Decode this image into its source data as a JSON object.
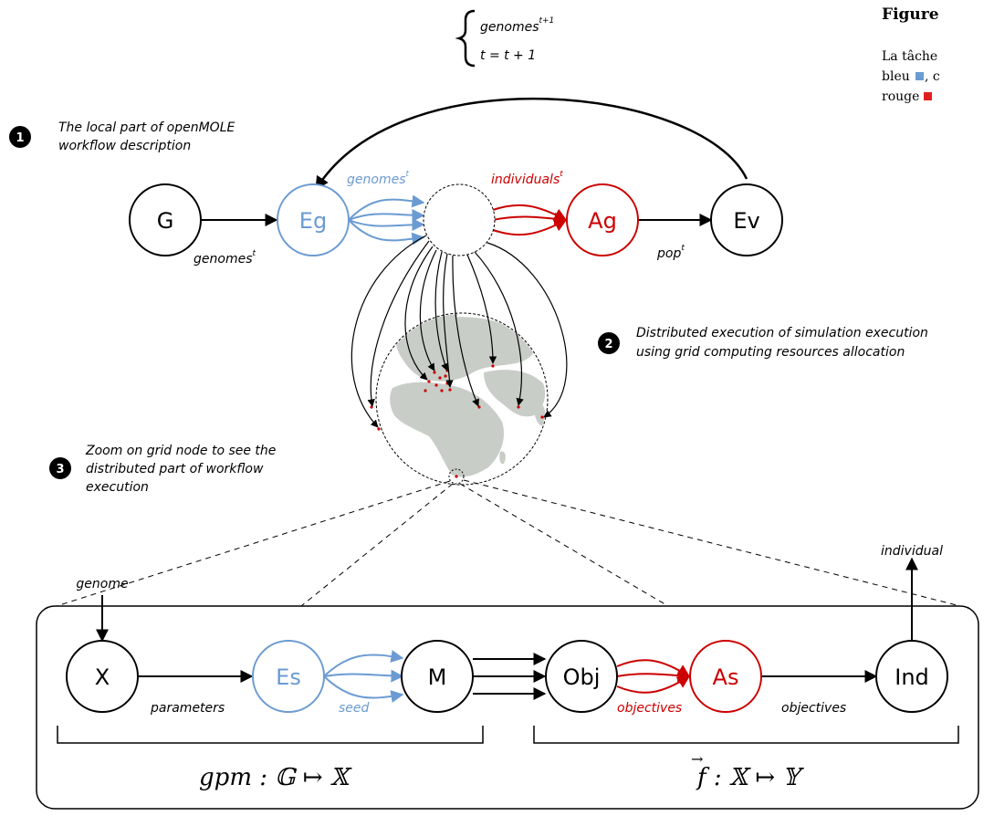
{
  "caption": {
    "title": "Figure",
    "line1": "La tâche",
    "line2": "bleu",
    "line2_rest": ", c",
    "line3": "rouge"
  },
  "colors": {
    "blue": "#6b9bd2",
    "red": "#cc0000",
    "black": "#000000",
    "grey": "#c9cdc7"
  },
  "loop": {
    "line1": "genomes",
    "line1_sup": "t+1",
    "line2": "t = t + 1"
  },
  "steps": [
    {
      "num": "1",
      "line1": "The local part of openMOLE",
      "line2": "workflow description"
    },
    {
      "num": "2",
      "line1": "Distributed execution of simulation execution",
      "line2": "using grid computing resources allocation"
    },
    {
      "num": "3",
      "line1": "Zoom on grid node to see the",
      "line2": "distributed part of workflow",
      "line3": "execution"
    }
  ],
  "top_nodes": {
    "g": "G",
    "eg": "Eg",
    "ag": "Ag",
    "ev": "Ev"
  },
  "top_labels": {
    "genomes_blue": "genomes",
    "genomes_blue_sup": "t",
    "individuals": "individuals",
    "individuals_sup": "t",
    "genomes_black": "genomes",
    "genomes_black_sup": "t",
    "pop": "pop",
    "pop_sup": "t"
  },
  "bottom_nodes": {
    "x": "X",
    "es": "Es",
    "m": "M",
    "obj": "Obj",
    "as": "As",
    "ind": "Ind"
  },
  "bottom_labels": {
    "genome": "genome",
    "individual": "individual",
    "parameters": "parameters",
    "seed": "seed",
    "objectives_red": "objectives",
    "objectives_black": "objectives"
  },
  "formulas": {
    "gpm": "gpm : 𝔾 ↦ 𝕏",
    "f": "f : 𝕏 ↦ 𝕐",
    "f_arrow": "→"
  }
}
